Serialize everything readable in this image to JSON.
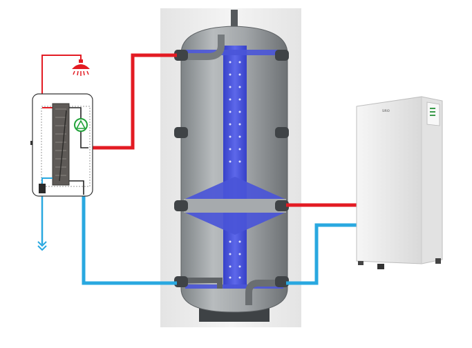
{
  "diagram": {
    "colors": {
      "hot_pipe": "#e31b23",
      "cold_pipe": "#29a8e0",
      "tank_body": "#9ea3a6",
      "tank_inner": "#4a55d8",
      "dark_pipe": "#55595c",
      "module_outline": "#333333",
      "pump": "#22a33a",
      "heat_pump_body": "#eeeeee"
    },
    "components": [
      {
        "id": "buffer-tank",
        "icon": "storage-tank"
      },
      {
        "id": "fresh-water-module",
        "icon": "heat-exchanger"
      },
      {
        "id": "circulation-pump",
        "icon": "pump-icon"
      },
      {
        "id": "shower",
        "icon": "shower-head-icon"
      },
      {
        "id": "cold-water-inlet",
        "icon": "water-inlet-icon"
      },
      {
        "id": "heat-pump",
        "icon": "heat-pump-unit"
      }
    ],
    "heat_pump_brand": "SIRIO"
  }
}
